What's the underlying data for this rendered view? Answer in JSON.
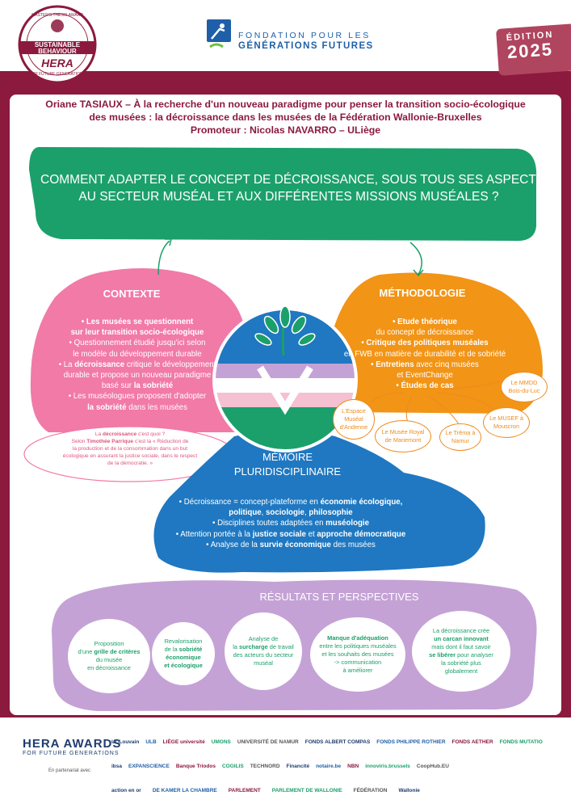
{
  "award_badge": {
    "top": "MASTER'S THESIS AWARD",
    "title": "SUSTAINABLE BEHAVIOUR",
    "brand": "HERA",
    "bottom": "FOR FUTURE GENERATIONS"
  },
  "foundation": {
    "line1": "FONDATION POUR LES",
    "line2": "GÉNÉRATIONS FUTURES"
  },
  "edition": {
    "label": "ÉDITION",
    "year": "2025"
  },
  "title": {
    "line1": "Oriane TASIAUX – À la recherche d'un nouveau paradigme pour penser la transition socio-écologique",
    "line2": "des musées : la décroissance dans les musées de la Fédération Wallonie-Bruxelles",
    "line3": "Promoteur : Nicolas NAVARRO – ULiège"
  },
  "question": {
    "line1": "COMMENT ADAPTER LE CONCEPT DE DÉCROISSANCE, SOUS TOUS SES ASPECTS,",
    "line2": "AU SECTEUR MUSÉAL ET AUX DIFFÉRENTES MISSIONS MUSÉALES ?"
  },
  "contexte": {
    "heading": "CONTEXTE",
    "l1": "• Les musées se questionnent",
    "l2": "sur leur transition socio-écologique",
    "l3": "• Questionnement étudié jusqu'ici selon",
    "l4": "le modèle du développement durable",
    "l5a": "• La ",
    "l5b": "décroissance",
    "l5c": " critique le développement",
    "l6": "durable et propose un nouveau paradigme",
    "l7a": "basé sur ",
    "l7b": "la sobriété",
    "l8": "• Les muséologues proposent d'adopter",
    "l9a": "la sobriété",
    "l9b": " dans les musées",
    "def_q1": "La ",
    "def_q2": "décroissance",
    "def_q3": " c'est quoi ?",
    "def_l2a": "Selon ",
    "def_l2b": "Timothée Parrique",
    "def_l2c": " c'est la « Réduction de",
    "def_l3": "la production et de la consommation dans un but",
    "def_l4": "écologique en assurant la justice sociale, dans le respect",
    "def_l5": "de la démocratie. »"
  },
  "methodologie": {
    "heading": "MÉTHODOLOGIE",
    "l1": "• Etude théorique",
    "l2": "du concept de décroissance",
    "l3": "• Critique des politiques muséales",
    "l4": "en FWB en matière de durabilité et de sobriété",
    "l5a": "• Entretiens",
    "l5b": " avec cinq musées",
    "l6": "et EventChange",
    "l7": "• Études de cas",
    "cases": [
      {
        "l1": "L'Espace",
        "l2": "Muséal",
        "l3": "d'Andenne"
      },
      {
        "l1": "Le Musée Royal",
        "l2": "de Mariemont"
      },
      {
        "l1": "Le Trêma à",
        "l2": "Namur"
      },
      {
        "l1": "Le MUSEF à",
        "l2": "Mouscron"
      },
      {
        "l1": "Le MMDD",
        "l2": "Bois-du-Luc"
      }
    ]
  },
  "memoire": {
    "heading1": "MÉMOIRE",
    "heading2": "PLURIDISCIPLINAIRE",
    "l1a": "• Décroissance = concept-plateforme en ",
    "l1b": "économie écologique,",
    "l2a": "politique",
    "l2b": ", ",
    "l2c": "sociologie",
    "l2d": ", ",
    "l2e": "philosophie",
    "l3a": "• Disciplines toutes adaptées en ",
    "l3b": "muséologie",
    "l4a": "• Attention portée à la ",
    "l4b": "justice sociale",
    "l4c": " et ",
    "l4d": "approche démocratique",
    "l5a": "• Analyse de la ",
    "l5b": "survie économique",
    "l5c": " des musées"
  },
  "resultats": {
    "heading": "RÉSULTATS ET PERSPECTIVES",
    "r1": {
      "l1": "Proposition",
      "l2a": "d'une ",
      "l2b": "grille de critères",
      "l3": "du musée",
      "l4": "en décroissance"
    },
    "r2": {
      "l1": "Revalorisation",
      "l2a": "de la ",
      "l2b": "sobriété",
      "l3": "économique",
      "l4": "et écologique"
    },
    "r3": {
      "l1": "Analyse de",
      "l2a": "la ",
      "l2b": "surcharge",
      "l2c": " de travail",
      "l3": "des acteurs du secteur",
      "l4": "muséal"
    },
    "r4": {
      "l1": "Manque d'adéquation",
      "l2": "entre les politiques muséales",
      "l3": "et les souhaits des musées",
      "l4": "-> communication",
      "l5": "à améliorer"
    },
    "r5": {
      "l1": "La décroissance crée",
      "l2": "un carcan innovant",
      "l3": "mais dont il faut savoir",
      "l4a": "se libérer",
      "l4b": " pour analyser",
      "l5": "la sobriété plus",
      "l6": "globalement"
    }
  },
  "footer": {
    "hera_l1": "HERA AWARDS",
    "hera_l2": "FOR FUTURE GENERATIONS",
    "partnership": "En partenariat avec",
    "row1": [
      "UCLouvain",
      "ULB",
      "LIÈGE université",
      "UMONS",
      "UNIVERSITÉ DE NAMUR",
      "FONDS ALBERT COMPAS",
      "FONDS PHILIPPE ROTHIER",
      "FONDS AETHER",
      "FONDS MUTATIO"
    ],
    "row2": [
      "ibsa",
      "EXPANSCIENCE",
      "Banque Triodos",
      "COGILIS",
      "TECHNORD",
      "Financité",
      "notaire.be",
      "NBN",
      "innoviris.brussels",
      "CoopHub.EU"
    ],
    "row3": [
      "action en or",
      "DE KAMER LA CHAMBRE",
      "PARLEMENT",
      "PARLEMENT DE WALLONIE",
      "FÉDÉRATION",
      "Wallonie"
    ]
  },
  "colors": {
    "maroon": "#8b1a3e",
    "green": "#1ba06b",
    "pink": "#f17aa7",
    "orange": "#f29416",
    "blue": "#1f78c1",
    "lavender": "#c4a2d6"
  }
}
